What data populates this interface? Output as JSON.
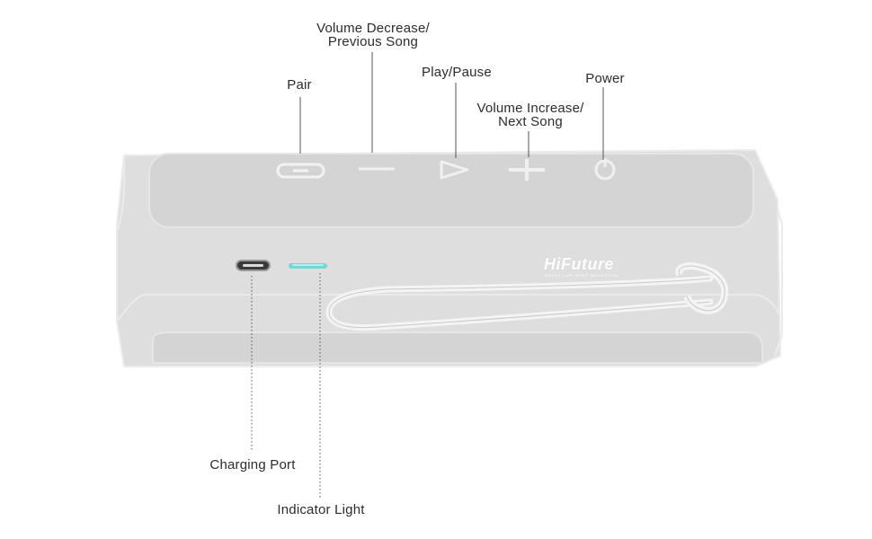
{
  "labels": {
    "pair": "Pair",
    "volume_decrease": [
      "Volume Decrease/",
      "Previous Song"
    ],
    "play_pause": "Play/Pause",
    "volume_increase": [
      "Volume Increase/",
      "Next Song"
    ],
    "power": "Power",
    "charging_port": "Charging Port",
    "indicator_light": "Indicator Light"
  },
  "brand": {
    "logo": "HiFuture",
    "tagline": "MAKES LIFE MORE DELIGHTFUL"
  },
  "icons": [
    "pair-icon",
    "minus-icon",
    "play-icon",
    "plus-icon",
    "power-icon",
    "usb-c-port-icon",
    "indicator-light-icon"
  ],
  "colors": {
    "body": "#dedede",
    "panel": "#d3d3d3",
    "outline": "#ebebeb",
    "indicator": "#72d6d1",
    "leader_line": "#555555",
    "text": "#2c2c2c"
  }
}
